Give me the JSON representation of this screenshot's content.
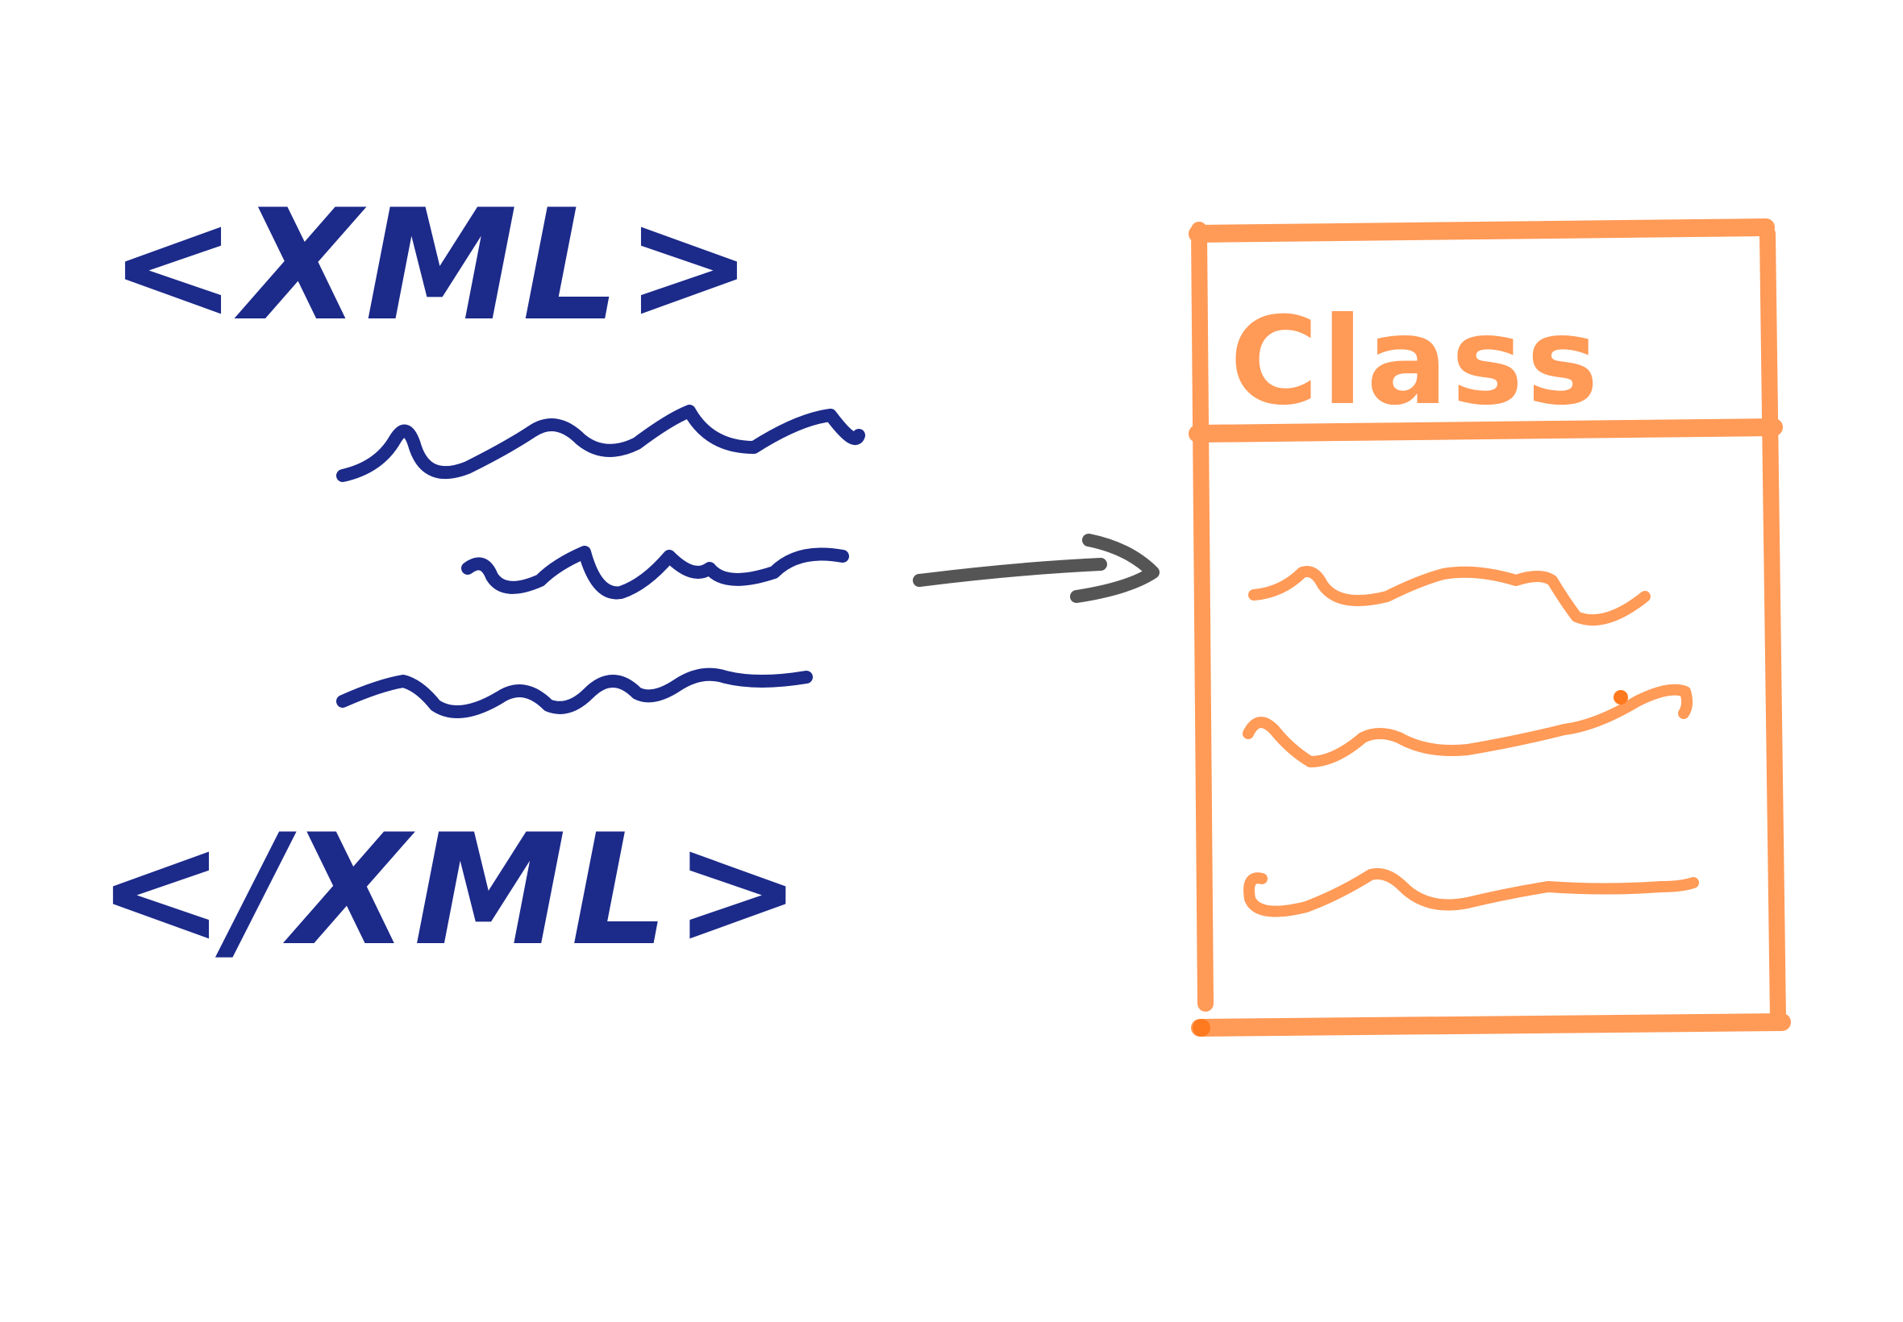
{
  "xml_block": {
    "open_tag": "<XML>",
    "close_tag": "</XML>",
    "content_lines": 3
  },
  "arrow": {
    "direction": "right"
  },
  "class_box": {
    "title": "Class",
    "body_lines": 3
  },
  "colors": {
    "xml_ink": "#1c2a8a",
    "arrow_ink": "#555555",
    "class_ink": "#ff9a57",
    "class_ink_dot": "#ff7a1f",
    "background": "#ffffff"
  }
}
